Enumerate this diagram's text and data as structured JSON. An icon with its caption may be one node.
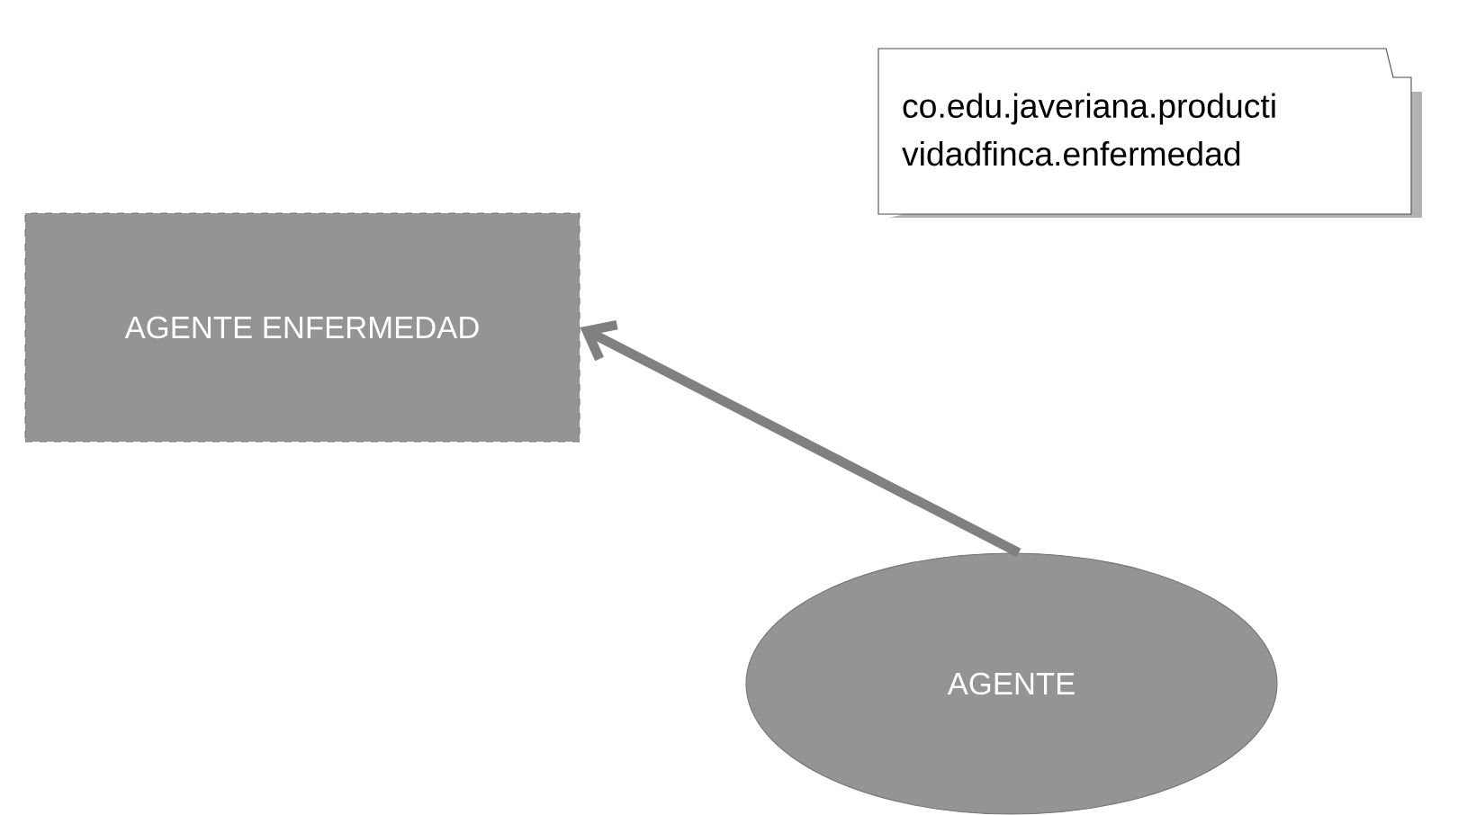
{
  "diagram": {
    "nodes": [
      {
        "text": [
          "co.edu.javeriana.producti vidadfinca.enfermedad"
        ]
      },
      {
        "text": [
          "AGENTE ENFERMEDAD"
        ]
      },
      {
        "text": [
          "AGENTE"
        ]
      }
    ],
    "edges": [
      {
        "from": 2,
        "to": 1,
        "arrow": "to"
      }
    ]
  }
}
